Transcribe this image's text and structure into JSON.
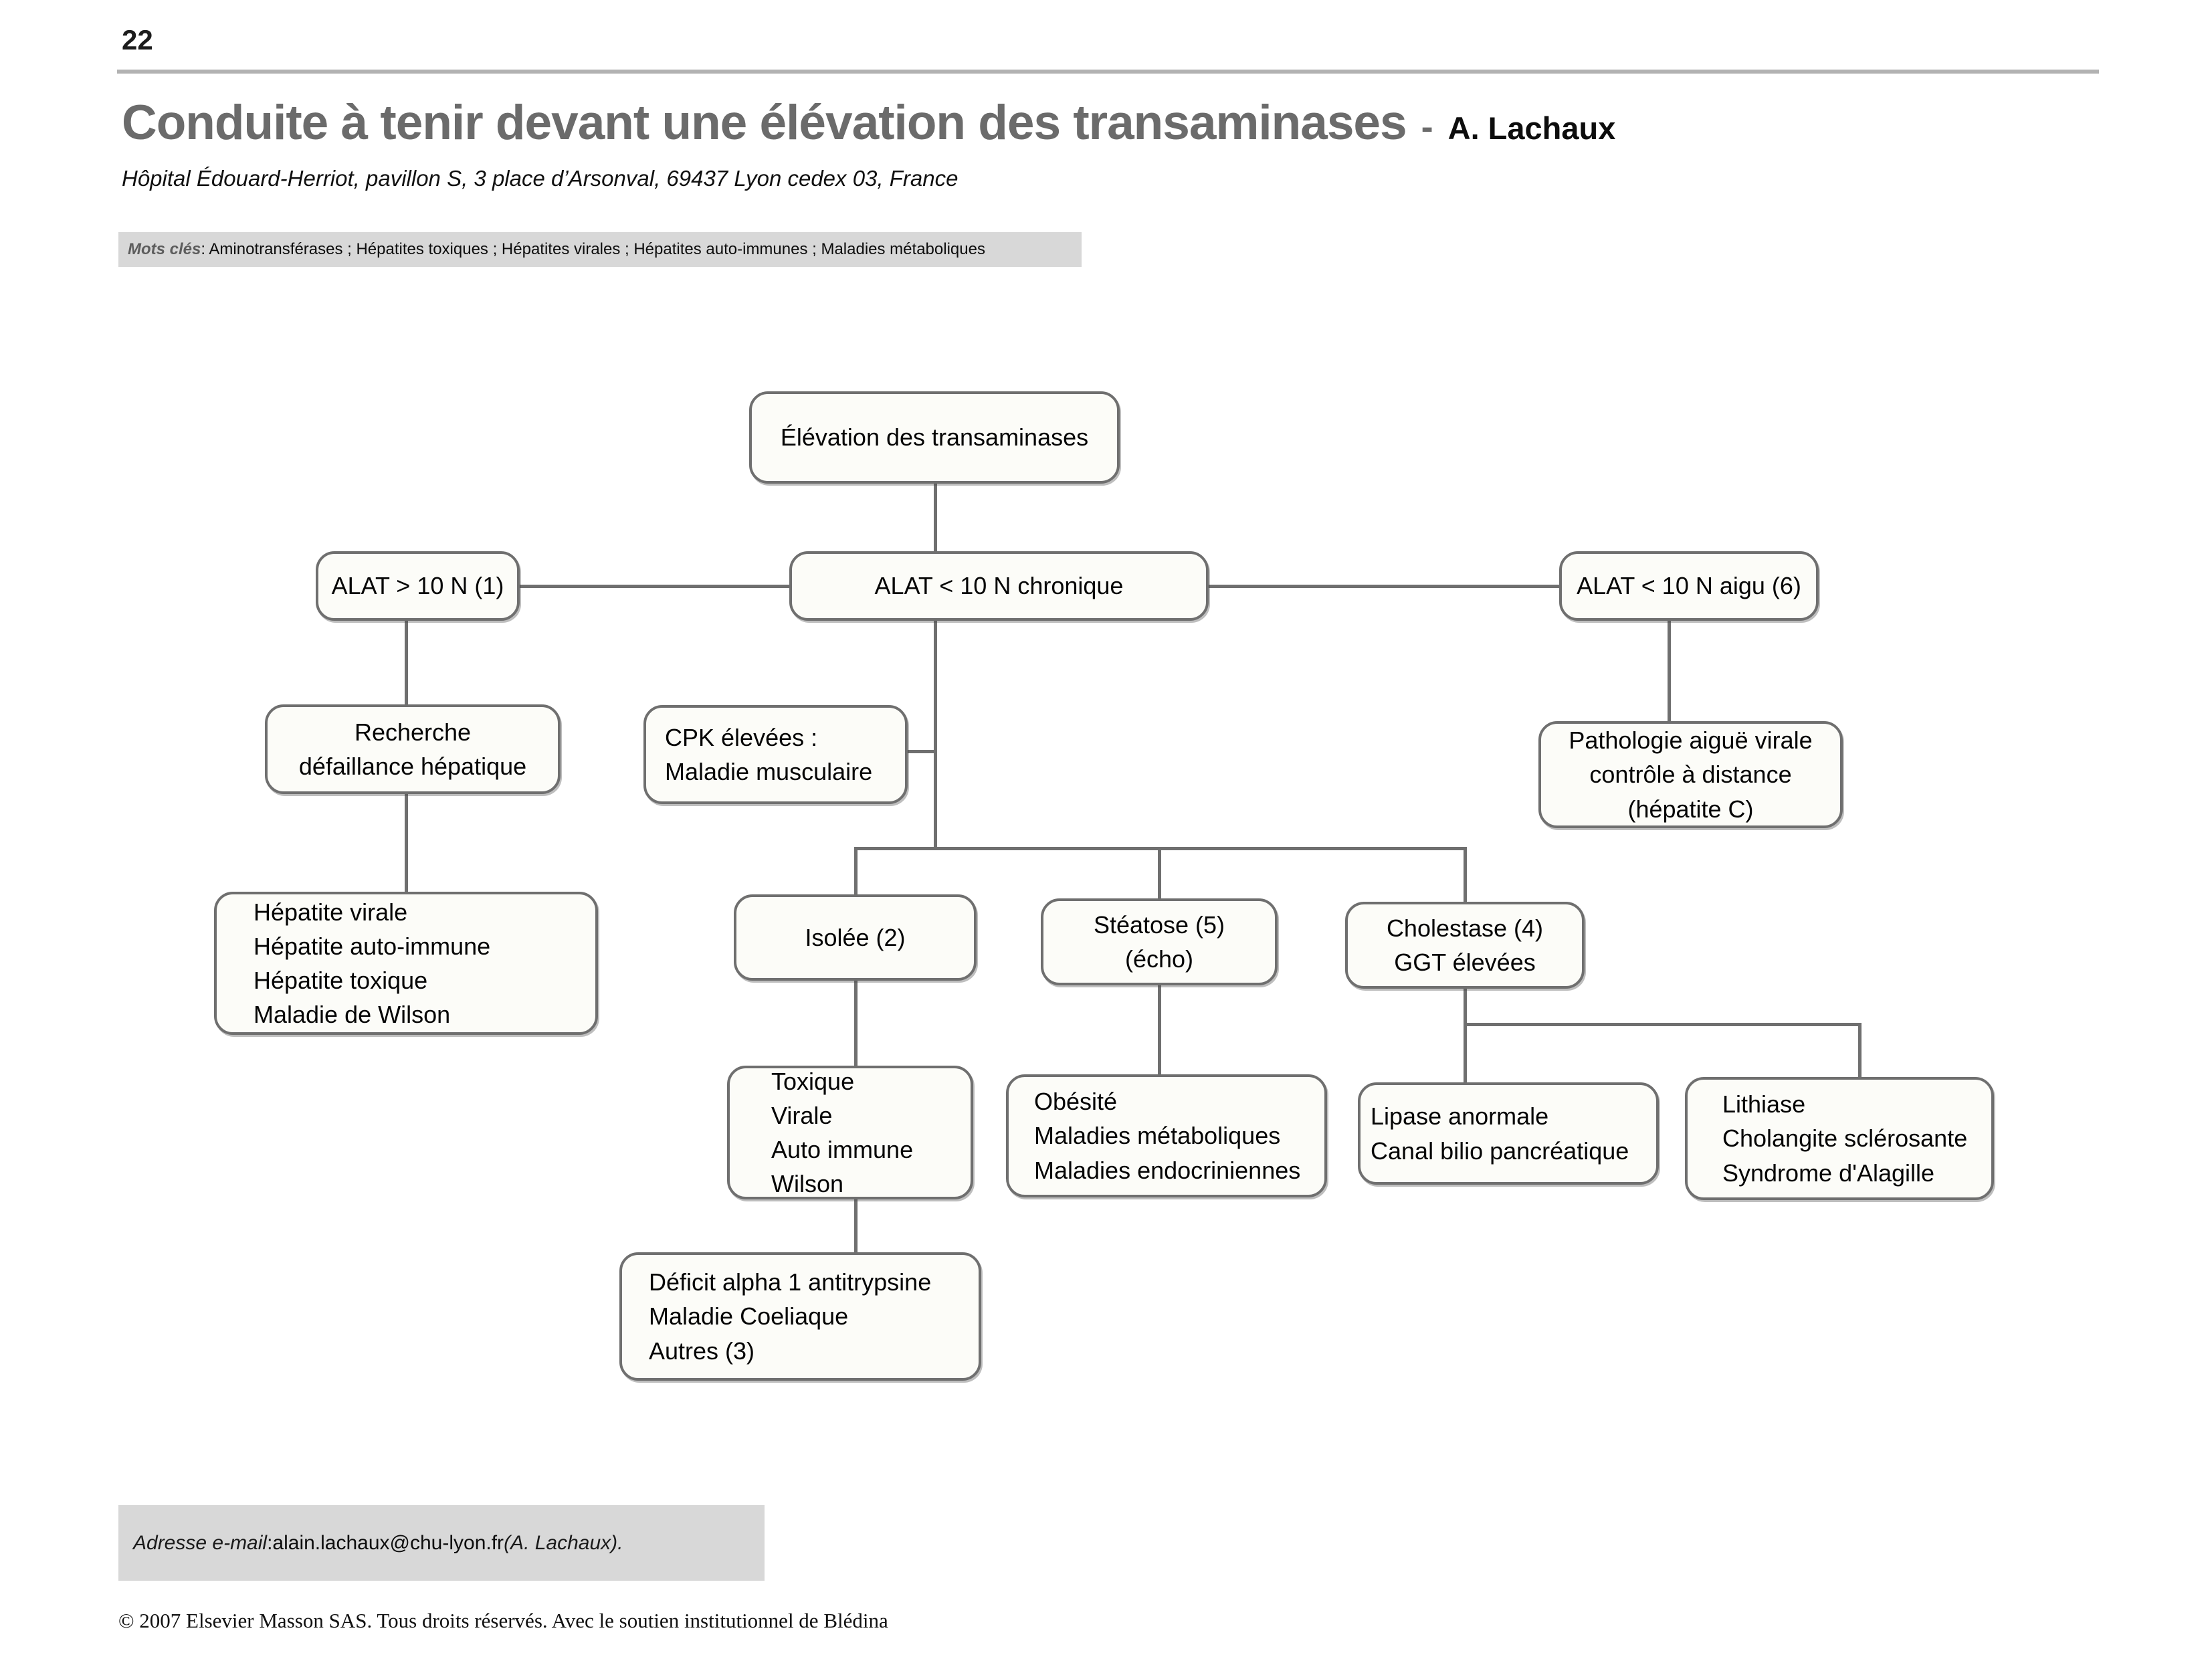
{
  "page": {
    "number": "22"
  },
  "header": {
    "title": "Conduite à tenir devant une élévation des transaminases",
    "separator": "-",
    "author": "A. Lachaux",
    "affiliation": "Hôpital Édouard-Herriot, pavillon S, 3 place d’Arsonval, 69437 Lyon cedex 03, France"
  },
  "keywords": {
    "label": "Mots clés",
    "text": " : Aminotransférases ; Hépatites toxiques ; Hépatites virales ; Hépatites auto-immunes ; Maladies métaboliques"
  },
  "colors": {
    "node_border": "#6f6f6f",
    "node_fill": "#fcfcf8",
    "connector": "#6f6f6f",
    "bar_background": "#d8d8d8",
    "title_gray": "#6b6b6b",
    "rule_gray": "#b2b2b2"
  },
  "flowchart": {
    "nodes": {
      "elevation": {
        "lines": [
          "Élévation des transaminases"
        ]
      },
      "alat_sup10": {
        "lines": [
          "ALAT > 10 N (1)"
        ]
      },
      "chronique": {
        "lines": [
          "ALAT < 10 N chronique"
        ]
      },
      "aigu": {
        "lines": [
          "ALAT < 10 N aigu (6)"
        ]
      },
      "recherche": {
        "lines": [
          "Recherche",
          "défaillance hépatique"
        ]
      },
      "cpk": {
        "lines": [
          "CPK élevées :",
          "Maladie musculaire"
        ]
      },
      "pathologie": {
        "lines": [
          "Pathologie aiguë virale",
          "contrôle à distance",
          "(hépatite C)"
        ]
      },
      "hepatites": {
        "lines": [
          "Hépatite virale",
          "Hépatite auto-immune",
          "Hépatite toxique",
          "Maladie de Wilson"
        ]
      },
      "isolee": {
        "lines": [
          "Isolée (2)"
        ]
      },
      "steatose": {
        "lines": [
          "Stéatose (5)",
          "(écho)"
        ]
      },
      "cholestase": {
        "lines": [
          "Cholestase (4)",
          "GGT élevées"
        ]
      },
      "toxique": {
        "lines": [
          "Toxique",
          "Virale",
          "Auto immune",
          "Wilson"
        ]
      },
      "obesite": {
        "lines": [
          "Obésité",
          "Maladies métaboliques",
          "Maladies endocriniennes"
        ]
      },
      "lipase": {
        "lines": [
          "Lipase anormale",
          "Canal bilio pancréatique"
        ]
      },
      "lithiase": {
        "lines": [
          "Lithiase",
          "Cholangite sclérosante",
          "Syndrome d'Alagille"
        ]
      },
      "deficit": {
        "lines": [
          "Déficit alpha 1 antitrypsine",
          "Maladie Coeliaque",
          "Autres (3)"
        ]
      }
    },
    "edges": [
      {
        "from": "elevation",
        "to": "chronique"
      },
      {
        "from": "chronique",
        "to": "alat_sup10"
      },
      {
        "from": "chronique",
        "to": "aigu"
      },
      {
        "from": "alat_sup10",
        "to": "recherche"
      },
      {
        "from": "recherche",
        "to": "hepatites"
      },
      {
        "from": "chronique",
        "to": "cpk"
      },
      {
        "from": "chronique",
        "to": "isolee"
      },
      {
        "from": "chronique",
        "to": "steatose"
      },
      {
        "from": "chronique",
        "to": "cholestase"
      },
      {
        "from": "aigu",
        "to": "pathologie"
      },
      {
        "from": "isolee",
        "to": "toxique"
      },
      {
        "from": "toxique",
        "to": "deficit"
      },
      {
        "from": "steatose",
        "to": "obesite"
      },
      {
        "from": "cholestase",
        "to": "lipase"
      },
      {
        "from": "cholestase",
        "to": "lithiase"
      }
    ]
  },
  "footer": {
    "email_label": "Adresse e-mail",
    "email_sep": " : ",
    "email_value": "alain.lachaux@chu-lyon.fr ",
    "email_suffix": "(A. Lachaux).",
    "copyright": "© 2007 Elsevier Masson SAS. Tous droits réservés. Avec le soutien institutionnel de Blédina"
  }
}
